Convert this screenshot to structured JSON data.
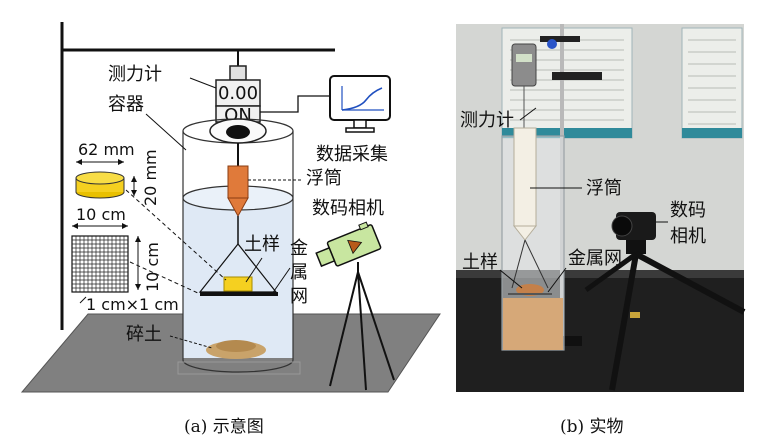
{
  "panel_a": {
    "caption": "(a) 示意图",
    "labels": {
      "force_gauge": "测力计",
      "container": "容器",
      "display_value": "0.00",
      "display_state": "ON",
      "data_acquisition": "数据采集",
      "float_tube": "浮筒",
      "camera": "数码相机",
      "soil_sample": "土样",
      "metal_mesh_1": "金",
      "metal_mesh_2": "属",
      "metal_mesh_3": "网",
      "debris": "碎土",
      "dim_62mm": "62 mm",
      "dim_20mm": "20 mm",
      "dim_10cm_h": "10 cm",
      "dim_10cm_v": "10 cm",
      "dim_grid": "1 cm×1 cm"
    }
  },
  "panel_b": {
    "caption": "(b) 实物",
    "labels": {
      "force_gauge": "测力计",
      "float_tube": "浮筒",
      "soil_sample": "土样",
      "metal_mesh": "金属网",
      "camera_1": "数码",
      "camera_2": "相机"
    }
  },
  "colors": {
    "float_tube_orange": "#e07a3a",
    "sample_yellow": "#f5d020",
    "water_blue": "#dfe9f5",
    "table_gray": "#7f7f7f",
    "camera_green": "#c8e6a0"
  }
}
